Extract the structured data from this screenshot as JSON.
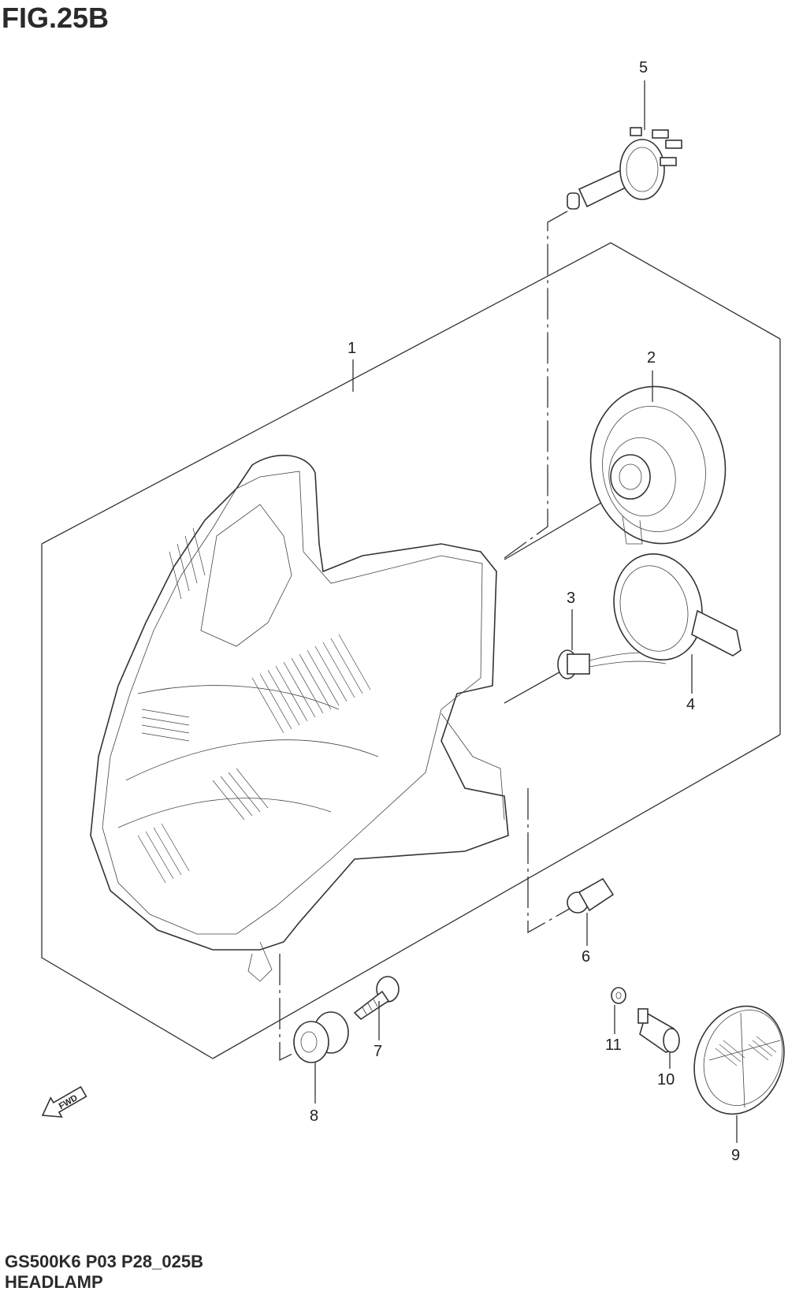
{
  "figure_id": "FIG.25B",
  "model_code": "GS500K6 P03 P28_025B",
  "section_name": "HEADLAMP",
  "fwd_label": "FWD",
  "callouts": [
    "1",
    "2",
    "3",
    "4",
    "5",
    "6",
    "7",
    "8",
    "9",
    "10",
    "11"
  ],
  "icons": [
    "headlamp-assembly-icon",
    "socket-cover-icon",
    "bulb-socket-icon",
    "grommet-icon",
    "headlamp-bulb-icon",
    "position-bulb-icon",
    "screw-icon",
    "cushion-icon",
    "reflector-icon",
    "spacer-icon",
    "washer-icon",
    "fwd-arrow-icon"
  ]
}
